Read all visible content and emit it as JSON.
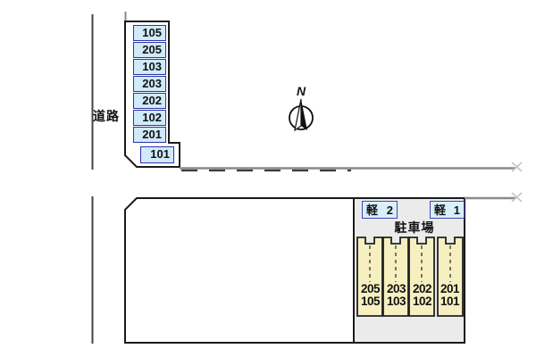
{
  "road": {
    "label": "道路"
  },
  "compass": {
    "north_label": "N"
  },
  "building": {
    "rooms": [
      "105",
      "205",
      "103",
      "203",
      "202",
      "102",
      "201"
    ],
    "offset_room": "101"
  },
  "parking": {
    "title": "駐車場",
    "kei_spots": [
      {
        "label": "軽",
        "number": "2"
      },
      {
        "label": "軽",
        "number": "1"
      }
    ],
    "spots": [
      {
        "upper": "205",
        "lower": "105"
      },
      {
        "upper": "203",
        "lower": "103"
      },
      {
        "upper": "202",
        "lower": "102"
      },
      {
        "upper": "201",
        "lower": "101"
      }
    ]
  },
  "colors": {
    "room_box_fill": "#cfeaf8",
    "room_box_border": "#3333a8",
    "kei_box_fill": "#d8f0fb",
    "parking_spot_fill": "#f6f0c0",
    "parking_area_bg": "#ebebeb",
    "outline": "#1a1a1a",
    "boundary_line": "#8a8a8a"
  }
}
